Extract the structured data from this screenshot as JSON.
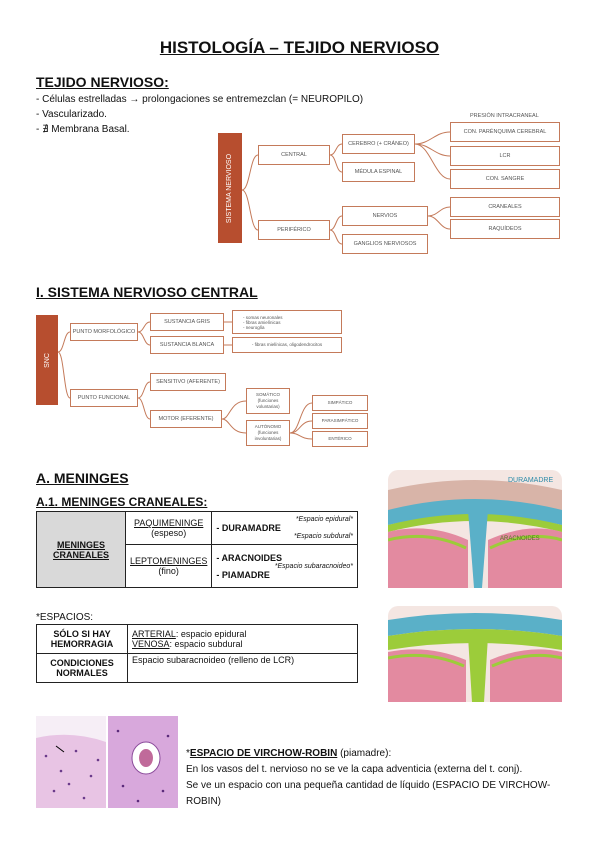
{
  "title": "HISTOLOGÍA – TEJIDO NERVIOSO",
  "tejido": {
    "heading": "TEJIDO NERVIOSO:",
    "bullets": [
      "- Células estrelladas → prolongaciones se entremezclan (= NEUROPILO)",
      "- Vascularizado.",
      "- ∄ Membrana Basal."
    ]
  },
  "diagram1": {
    "root": "SISTEMA NERVIOSO",
    "central": "CENTRAL",
    "periferico": "PERIFÉRICO",
    "cerebro": "CEREBRO (+ CRÁNEO)",
    "medula": "MÉDULA ESPINAL",
    "nervios": "NERVIOS",
    "ganglios": "GANGLIOS NERVIOSOS",
    "presion_label": "PRESIÓN INTRACRANEAL",
    "parenquima": "CON. PARÉNQUIMA CEREBRAL",
    "lcr": "LCR",
    "sangre": "CON. SANGRE",
    "craneales": "CRANEALES",
    "raquideos": "RAQUÍDEOS"
  },
  "snc": {
    "heading": "I. SISTEMA NERVIOSO CENTRAL",
    "root": "SNC",
    "morfologico": "PUNTO MORFOLÓGICO",
    "funcional": "PUNTO FUNCIONAL",
    "gris": "SUSTANCIA GRIS",
    "blanca": "SUSTANCIA BLANCA",
    "gris_detail": [
      "- somas neuronales",
      "- fibras amielínicas",
      "- neuroglía"
    ],
    "blanca_detail": "- fibras mielínicas, oligodendrocitos",
    "aferente": "SENSITIVO (AFERENTE)",
    "eferente": "MOTOR (EFERENTE)",
    "somatico": "SOMÁTICO (funciones voluntarias)",
    "autonomo": "AUTÓNOMO (funciones involuntarias)",
    "simpatico": "SIMPÁTICO",
    "parasimpatico": "PARASIMPÁTICO",
    "enterico": "ENTÉRICO"
  },
  "meninges": {
    "heading": "A. MENINGES",
    "sub": "A.1. MENINGES CRANEALES:",
    "row_label": "MENINGES CRANEALES",
    "paqui": "PAQUIMENINGE",
    "paqui_note": "(espeso)",
    "lepto": "LEPTOMENINGES",
    "lepto_note": "(fino)",
    "epidural": "*Espacio epidural*",
    "duramadre": "- DURAMADRE",
    "subdural": "*Espacio subdural*",
    "aracnoides": "- ARACNOIDES",
    "subaracnoideo": "*Espacio subaracnoideo*",
    "piamadre": "- PIAMADRE"
  },
  "espacios": {
    "heading": "*ESPACIOS:",
    "rows": [
      {
        "label": "SÓLO SI HAY HEMORRAGIA",
        "a_u": "ARTERIAL",
        "a": ": espacio epidural",
        "b_u": "VENOSA",
        "b": ": espacio subdural"
      },
      {
        "label": "CONDICIONES NORMALES",
        "c": "Espacio subaracnoideo (relleno de LCR)"
      }
    ]
  },
  "image_labels": {
    "duramadre": "DURAMADRE",
    "aracnoides": "ARACNOIDES"
  },
  "virchow": {
    "prefix": "*",
    "title": "ESPACIO DE VIRCHOW-ROBIN",
    "title_suffix": " (piamadre):",
    "line1": "En los vasos del t. nervioso no se ve la capa adventicia (externa del t. conj).",
    "line2": "Se ve un espacio con una pequeña cantidad de líquido (ESPACIO DE VIRCHOW-",
    "line3": "ROBIN)"
  },
  "colors": {
    "accent": "#b74e2f",
    "box_border": "#c47a5a",
    "green": "#9ccc3a",
    "dura": "#5ab0c8",
    "tissue": "#e38aa0"
  }
}
